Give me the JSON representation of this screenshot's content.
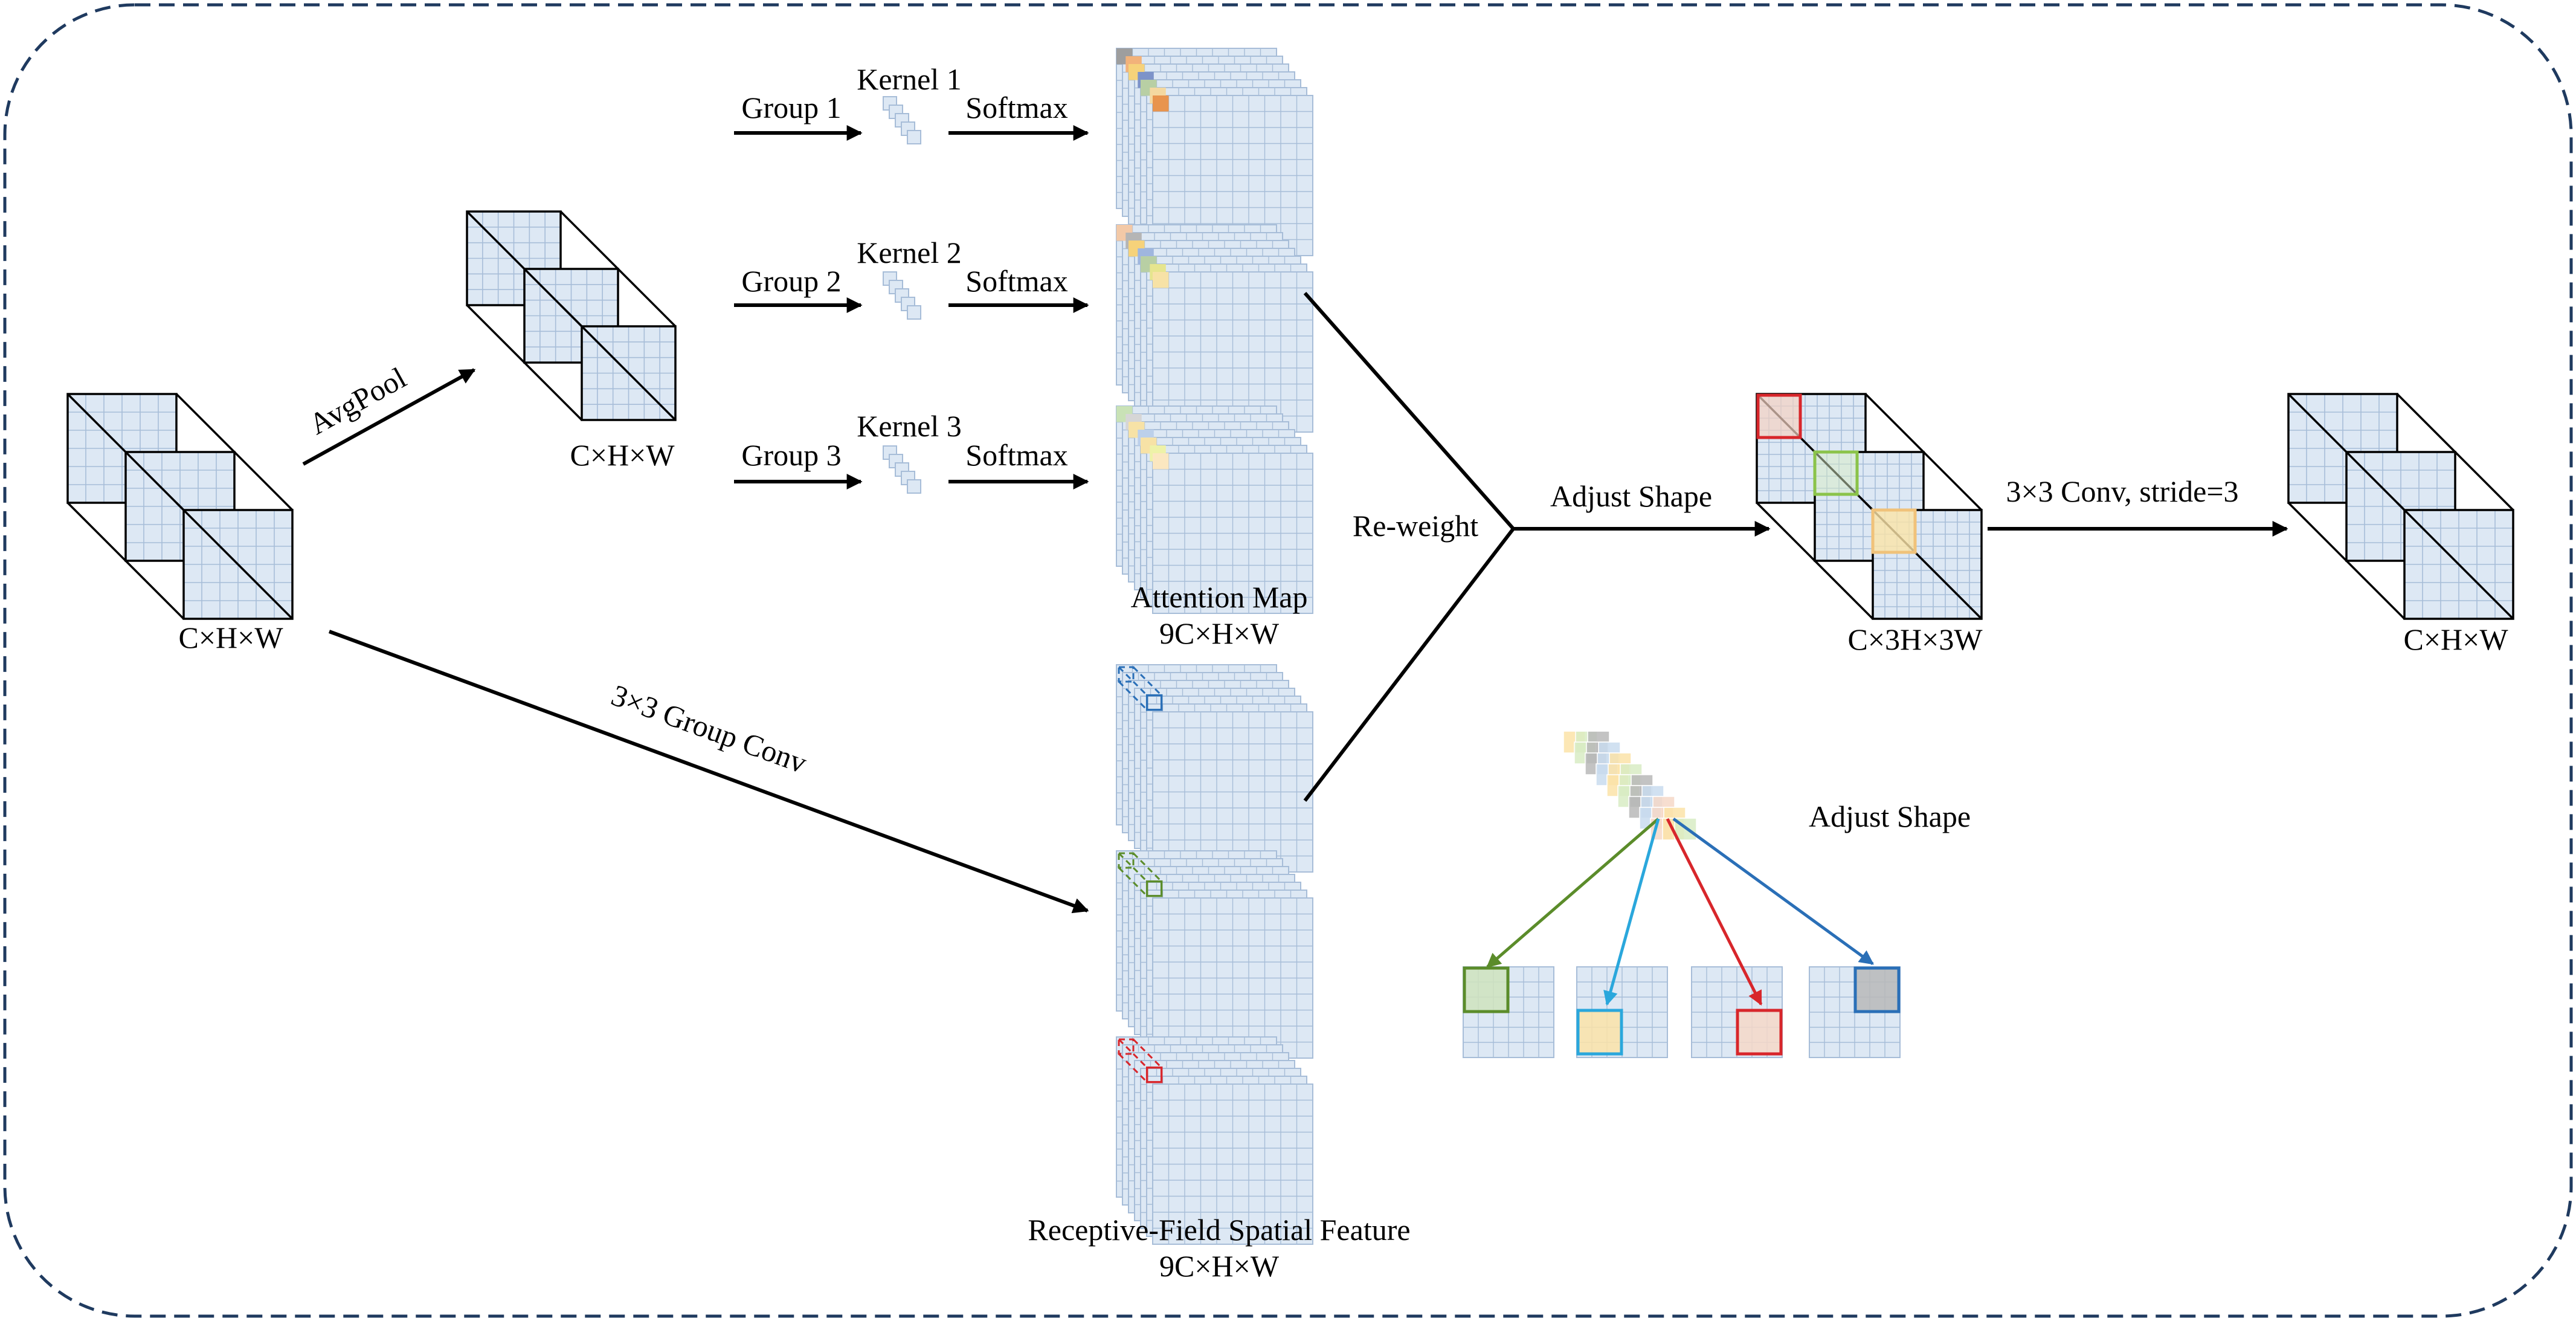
{
  "colors": {
    "fill": "#dde8f4",
    "grid": "#a7bdd8",
    "edge": "#000000",
    "border": "#1f3a5f",
    "red": "#d8262b",
    "green": "#5b8c2a",
    "light_green": "#8bc34a",
    "cyan": "#2aa7dc",
    "blue": "#2a6fb7",
    "orange": "#f0a070",
    "yellow": "#fbe3a8",
    "gray": "#b9b9b9"
  },
  "labels": {
    "input_dim": "C×H×W",
    "avgpool": "AvgPool",
    "pooled_dim": "C×H×W",
    "group1": "Group 1",
    "group2": "Group 2",
    "group3": "Group 3",
    "kernel1": "Kernel 1",
    "kernel2": "Kernel 2",
    "kernel3": "Kernel 3",
    "softmax1": "Softmax",
    "softmax2": "Softmax",
    "softmax3": "Softmax",
    "attention_map": "Attention Map",
    "attention_dim": "9C×H×W",
    "group_conv": "3×3 Group Conv",
    "rf_feature": "Receptive-Field Spatial Feature",
    "rf_dim": "9C×H×W",
    "reweight": "Re-weight",
    "adjust_shape": "Adjust Shape",
    "adjusted_dim": "C×3H×3W",
    "conv_stride": "3×3 Conv, stride=3",
    "output_dim": "C×H×W",
    "adjust_shape_detail": "Adjust Shape"
  }
}
